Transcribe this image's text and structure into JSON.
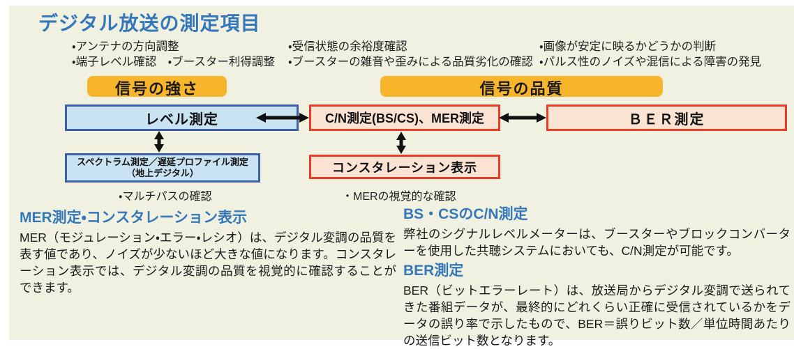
{
  "title": "デジタル放送の測定項目",
  "colors": {
    "background": "#f1f1e2",
    "heading_blue": "#3578b9",
    "header_orange": "#f7b52c",
    "level_fill": "#c9e3f3",
    "level_border": "#3d5fa6",
    "quality_fill": "#fbe3d3",
    "quality_border": "#e73e28",
    "arrow": "#111111"
  },
  "bullets": {
    "col1": [
      "・アンテナの方向調整",
      "・端子レベル確認　・ブースター利得調整"
    ],
    "col2": [
      "・受信状態の余裕度確認",
      "・ブースターの雑音や歪みによる品質劣化の確認"
    ],
    "col3": [
      "・画像が安定に映るかどうかの判断",
      "・パルス性のノイズや混信による障害の発見"
    ]
  },
  "headers": {
    "strength": "信号の強さ",
    "quality": "信号の品質"
  },
  "diagram": {
    "level_box": "レベル測定",
    "cn_box": "C/N測定(BS/CS)、MER測定",
    "ber_box": "ＢＥＲ測定",
    "spectrum_box_line1": "スペクトラム測定／遅延プロファイル測定",
    "spectrum_box_line2": "（地上デジタル）",
    "constellation_box": "コンスタレーション表示",
    "note_multipath": "・マルチパスの確認",
    "note_mer": "・MERの視覚的な確認"
  },
  "sections": {
    "mer": {
      "heading": "MER測定・コンスタレーション表示",
      "body": "MER（モジュレーション・エラー・レシオ）は、デジタル変調の品質を表す値であり、ノイズが少ないほど大きな値になります。コンスタレーション表示では、デジタル変調の品質を視覚的に確認することができます。"
    },
    "bscs": {
      "heading": "BS・CSのC/N測定",
      "body": "弊社のシグナルレベルメーターは、ブースターやブロックコンバーターを使用した共聴システムにおいても、C/N測定が可能です。"
    },
    "ber": {
      "heading": "BER測定",
      "body": "BER（ビットエラーレート）は、放送局からデジタル変調で送られてきた番組データが、最終的にどれくらい正確に受信されているかをデータの誤り率で示したもので、BER＝誤りビット数／単位時間あたりの送信ビット数となります。"
    }
  }
}
